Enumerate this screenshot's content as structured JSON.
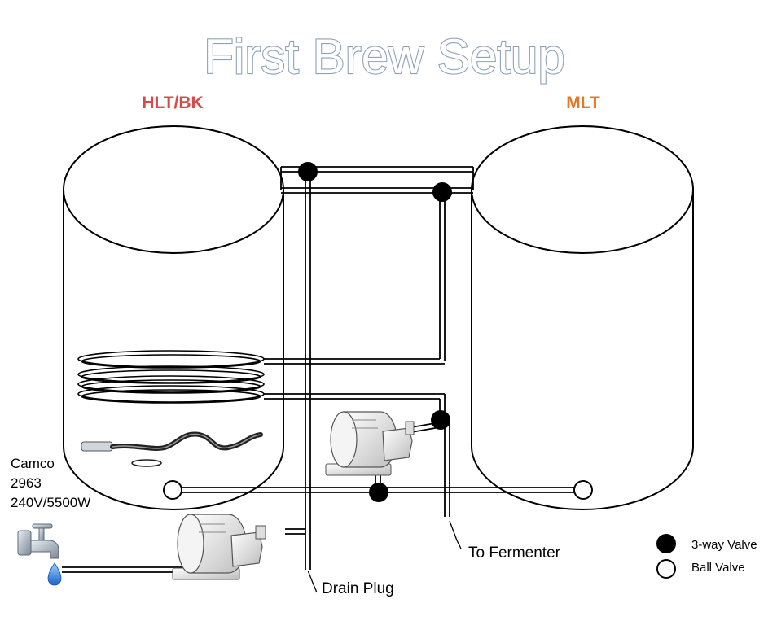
{
  "title": "First Brew Setup",
  "tanks": {
    "hlt": {
      "label": "HLT/BK",
      "color": "#d84a4a"
    },
    "mlt": {
      "label": "MLT",
      "color": "#e07a2a"
    }
  },
  "heater": {
    "line1": "Camco",
    "line2": "2963",
    "line3": "240V/5500W"
  },
  "labels": {
    "to_fermenter": "To Fermenter",
    "drain_plug": "Drain Plug"
  },
  "legend": {
    "three_way": "3-way Valve",
    "ball": "Ball Valve"
  },
  "icons": [
    "water-faucet-icon",
    "pump-icon",
    "heating-element-icon",
    "coil-icon"
  ]
}
